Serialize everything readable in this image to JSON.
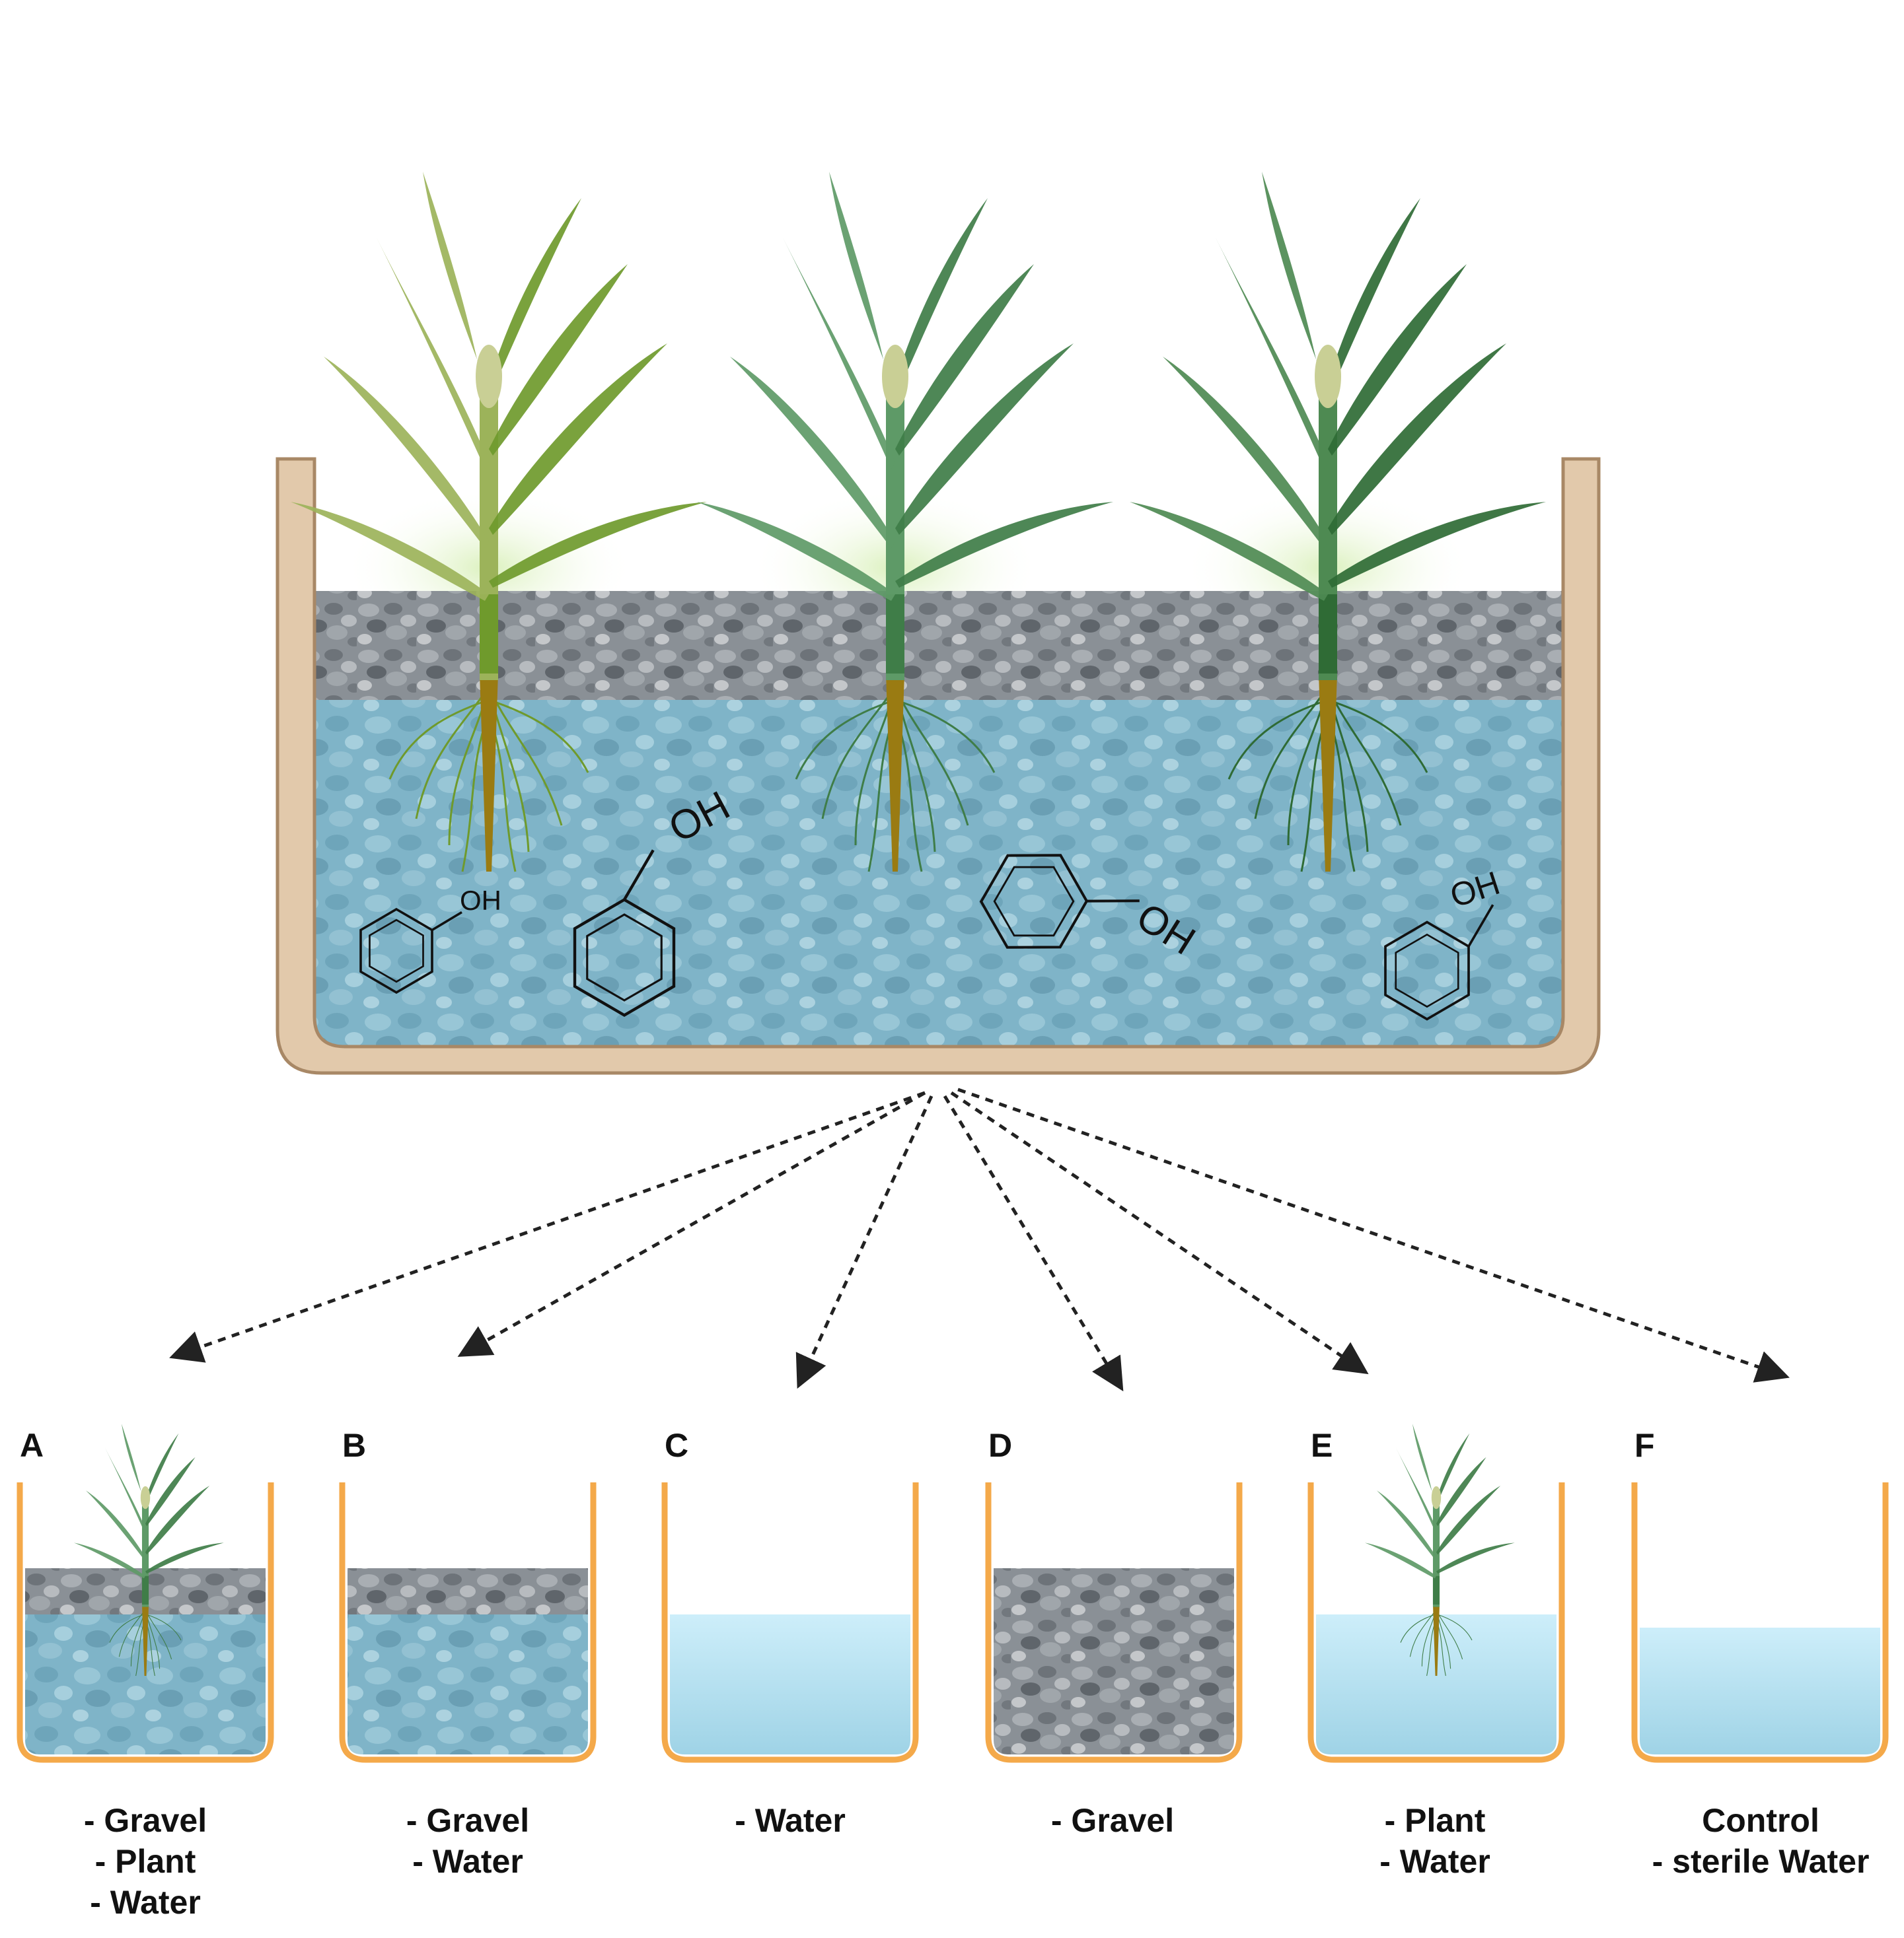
{
  "big_tank": {
    "compound_label": "OH"
  },
  "panels": [
    {
      "letter": "A",
      "lines": [
        "- Gravel",
        "- Plant",
        "- Water"
      ],
      "fill": "gravel_water",
      "plant": true
    },
    {
      "letter": "B",
      "lines": [
        "- Gravel",
        "- Water"
      ],
      "fill": "gravel_water",
      "plant": false
    },
    {
      "letter": "C",
      "lines": [
        "- Water"
      ],
      "fill": "water",
      "plant": false
    },
    {
      "letter": "D",
      "lines": [
        "- Gravel"
      ],
      "fill": "gravel",
      "plant": false
    },
    {
      "letter": "E",
      "lines": [
        "- Plant",
        "- Water"
      ],
      "fill": "water",
      "plant": true
    },
    {
      "letter": "F",
      "lines": [
        "Control",
        "- sterile Water"
      ],
      "fill": "water",
      "plant": false
    }
  ],
  "colors": {
    "tank_wall": "#e2c9ab",
    "tank_edge": "#a88866",
    "water": "#8fc3d6",
    "gravel_dark": "#7f858c",
    "cup_wall": "#f4a94a",
    "plant_light": "#9cb35a",
    "plant_mid": "#5e9a67",
    "plant_dark": "#2f6b35",
    "root": "#9a7b12"
  },
  "icons": [
    "phenol-molecule-icon",
    "reed-plant-icon",
    "dashed-arrow-icon"
  ]
}
